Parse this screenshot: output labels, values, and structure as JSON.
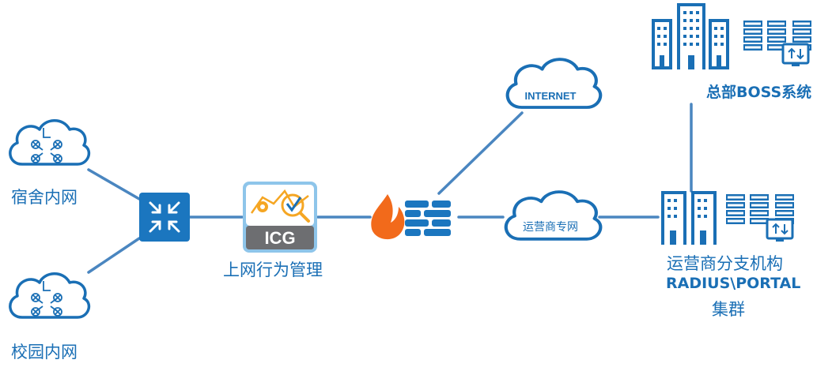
{
  "nodes": {
    "dorm_network": "宿舍内网",
    "campus_network": "校园内网",
    "icg_badge": "ICG",
    "icg_label": "上网行为管理",
    "internet": "INTERNET",
    "carrier_private_network": "运营商专网",
    "hq_label": "总部BOSS系统",
    "branch_line1": "运营商分支机构",
    "branch_line2": "RADIUS\\PORTAL",
    "branch_line3": "集群"
  },
  "colors": {
    "primary_blue": "#1a6fb5",
    "link_blue": "#4a86c0",
    "switch_blue": "#1b76bf",
    "firewall_orange": "#f26a1b",
    "icg_gray": "#6d6e71"
  }
}
